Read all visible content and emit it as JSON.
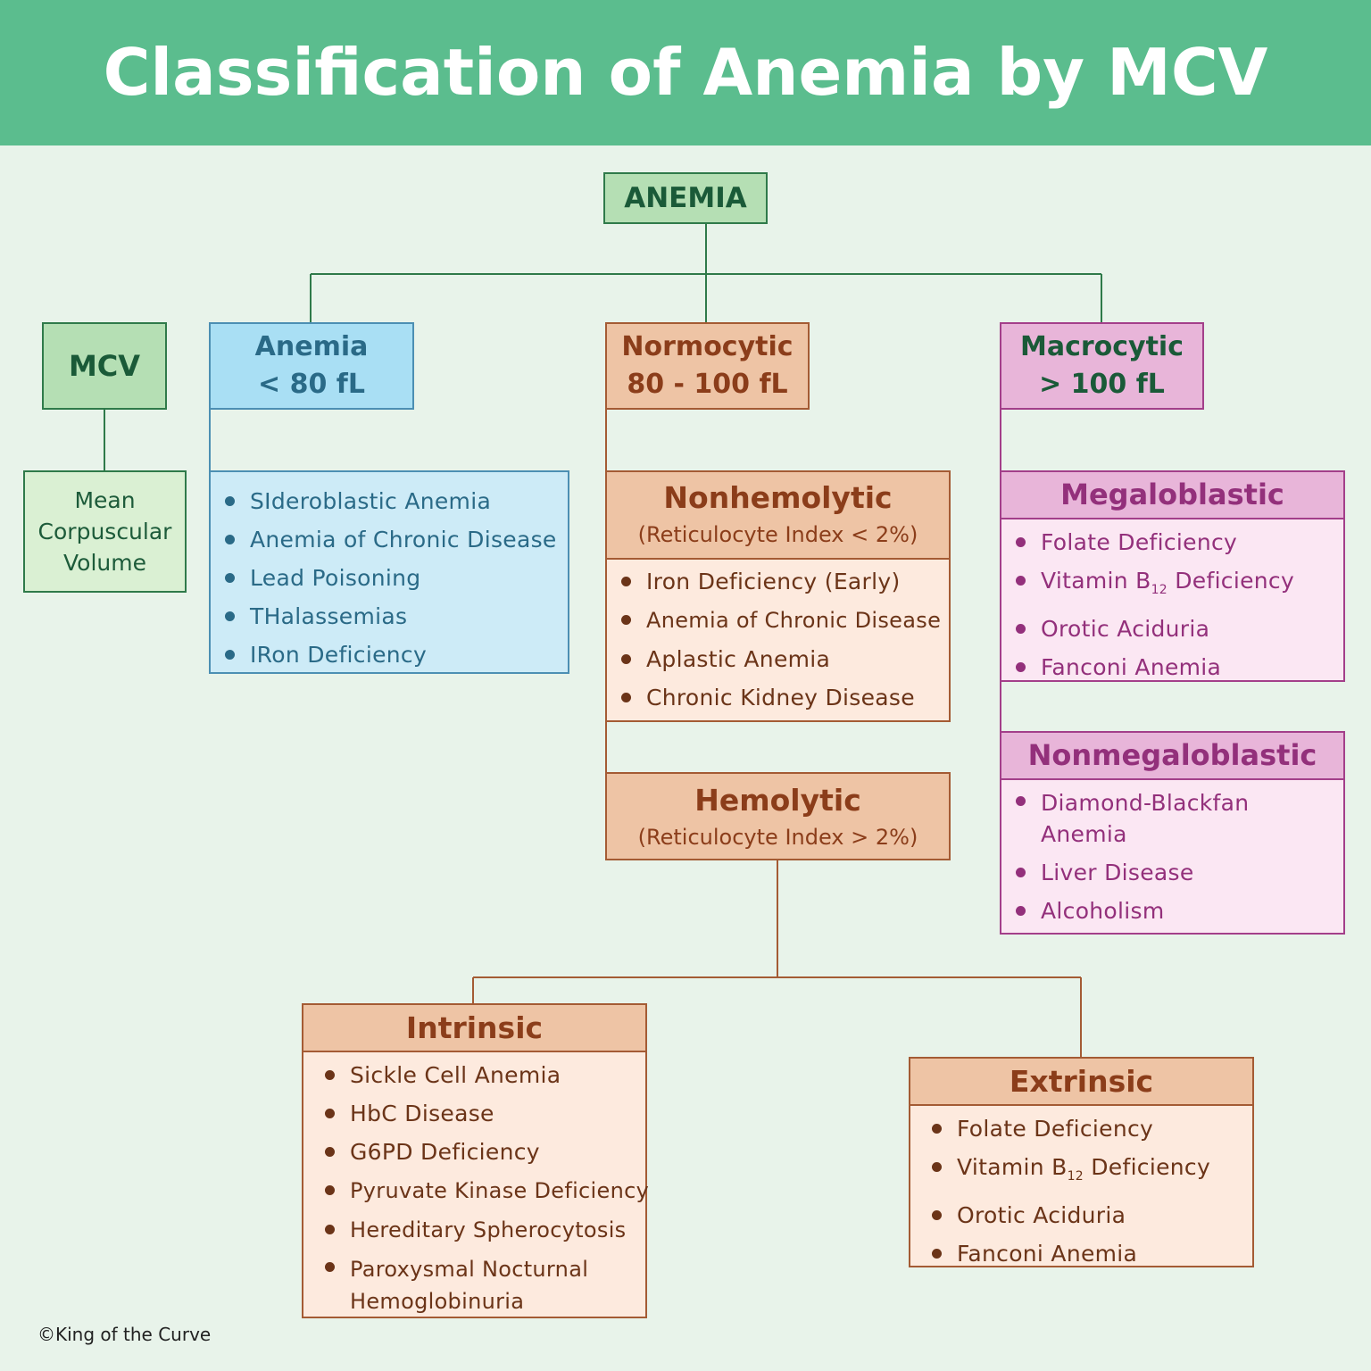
{
  "title": "Classification of Anemia by MCV",
  "root": "ANEMIA",
  "mcv": {
    "label": "MCV",
    "definition": [
      "Mean",
      "Corpuscular",
      "Volume"
    ]
  },
  "microcytic": {
    "title": "Anemia",
    "range": "< 80 fL",
    "items": [
      "SIderoblastic Anemia",
      "Anemia of Chronic Disease",
      "Lead Poisoning",
      "THalassemias",
      "IRon Deficiency"
    ]
  },
  "normocytic": {
    "title": "Normocytic",
    "range": "80 - 100 fL",
    "nonhemolytic": {
      "title": "Nonhemolytic",
      "subtitle": "(Reticulocyte Index < 2%)",
      "items": [
        "Iron Deficiency (Early)",
        "Anemia of Chronic Disease",
        "Aplastic Anemia",
        "Chronic Kidney Disease"
      ]
    },
    "hemolytic": {
      "title": "Hemolytic",
      "subtitle": "(Reticulocyte Index > 2%)",
      "intrinsic": {
        "title": "Intrinsic",
        "items": [
          "Sickle Cell Anemia",
          "HbC Disease",
          "G6PD Deficiency",
          "Pyruvate Kinase Deficiency",
          "Hereditary Spherocytosis",
          "Paroxysmal Nocturnal Hemoglobinuria"
        ]
      },
      "extrinsic": {
        "title": "Extrinsic",
        "items": [
          "Folate Deficiency",
          "Vitamin B",
          "12",
          " Deficiency",
          "Orotic Aciduria",
          "Fanconi Anemia"
        ]
      }
    }
  },
  "macrocytic": {
    "title": "Macrocytic",
    "range": "> 100 fL",
    "megaloblastic": {
      "title": "Megaloblastic",
      "items": [
        "Folate Deficiency",
        "Vitamin B",
        "12",
        " Deficiency",
        "Orotic Aciduria",
        "Fanconi Anemia"
      ]
    },
    "nonmegaloblastic": {
      "title": "Nonmegaloblastic",
      "items": [
        "Diamond-Blackfan Anemia",
        "Liver Disease",
        "Alcoholism"
      ]
    }
  },
  "copyright": "©King of the Curve",
  "colors": {
    "header": "#5bbd8e",
    "green": "#2f7a4a",
    "blue": "#4c8fb3",
    "orange": "#a45b34",
    "pink": "#a33f8a"
  }
}
